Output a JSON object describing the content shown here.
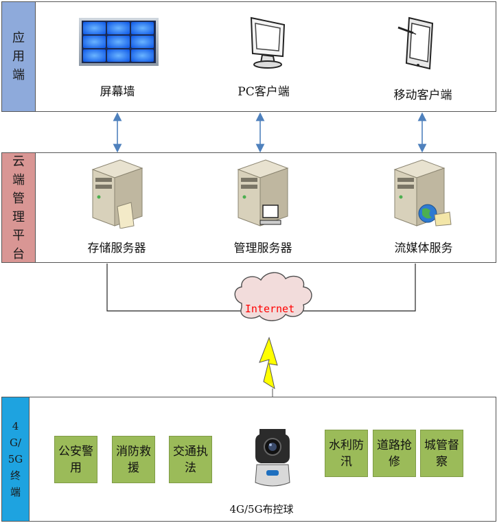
{
  "tiers": {
    "app": {
      "side": "应用端",
      "items": [
        "屏幕墙",
        "PC客户端",
        "移动客户端"
      ]
    },
    "cloud": {
      "side": "云端管理平台",
      "items": [
        "存储服务器",
        "管理服务器",
        "流媒体服务"
      ]
    },
    "terminal": {
      "side": "4G/5G终端",
      "device": "4G/5G布控球",
      "left_boxes": [
        "公安警用",
        "消防救援",
        "交通执法"
      ],
      "right_boxes": [
        "水利防汛",
        "道路抢修",
        "城管督察"
      ]
    }
  },
  "network": {
    "cloud_label": "Internet"
  },
  "colors": {
    "app_side": "#8eaadb",
    "cloud_side": "#d99694",
    "terminal_side": "#1ea3e0",
    "green_box": "#9bbb59",
    "arrow": "#4f81bd",
    "internet_text": "#ff0000",
    "cloud_fill": "#f2dcdb",
    "bolt": "#ffff00"
  }
}
